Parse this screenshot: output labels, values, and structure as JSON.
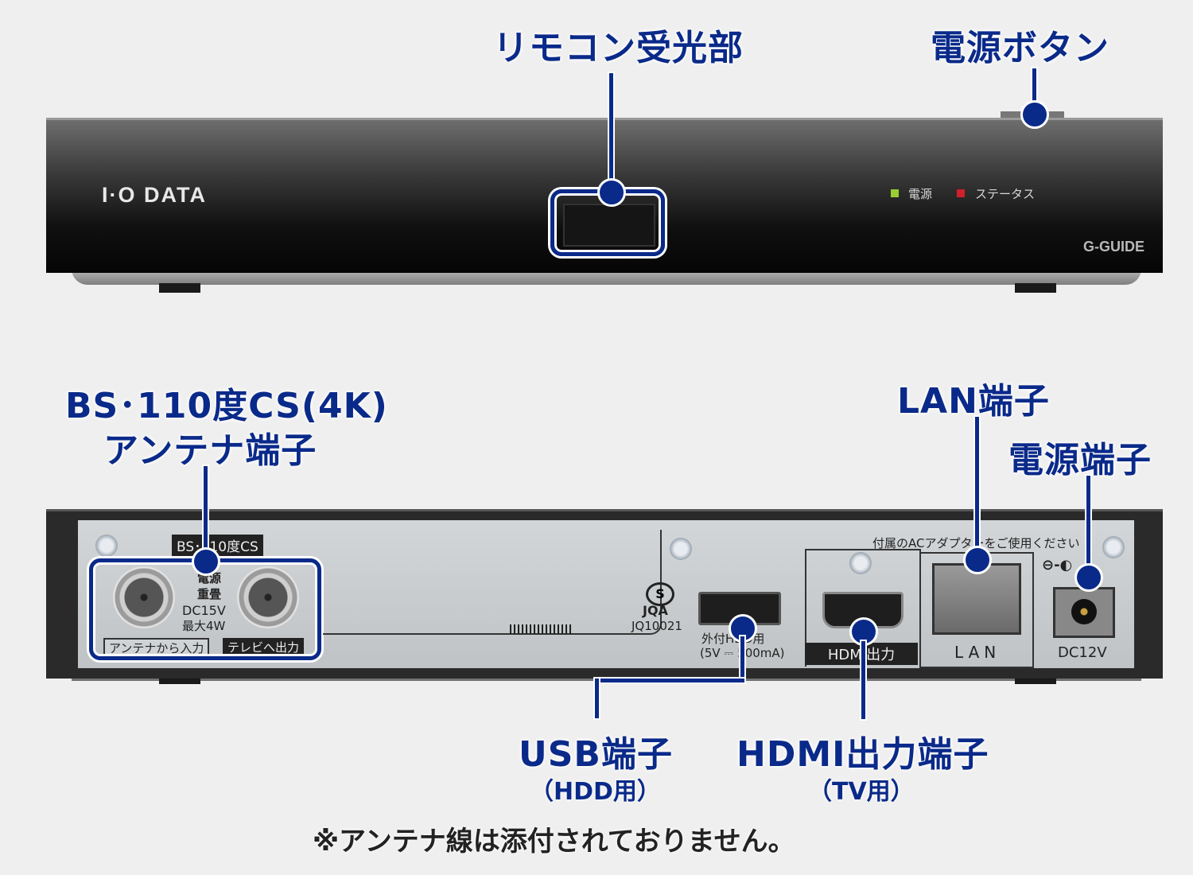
{
  "callouts": {
    "remote_sensor": "リモコン受光部",
    "power_button": "電源ボタン",
    "antenna_line1": "BS･110度CS(4K)",
    "antenna_line2": "アンテナ端子",
    "lan": "LAN端子",
    "power_terminal": "電源端子",
    "usb": "USB端子",
    "usb_sub": "（HDD用）",
    "hdmi": "HDMI出力端子",
    "hdmi_sub": "（TV用）"
  },
  "front": {
    "brand": "I·O DATA",
    "led_power_label": "電源",
    "led_status_label": "ステータス",
    "led_power_color": "#9acd32",
    "led_status_color": "#d0202a",
    "gguide_logo": "G-GUIDE"
  },
  "rear": {
    "antenna_header": "BS･110度CS",
    "power_superpose_line1": "電源",
    "power_superpose_line2": "重畳",
    "antenna_spec1": "DC15V",
    "antenna_spec2": "最大4W",
    "antenna_in": "アンテナから入力",
    "tv_out": "テレビへ出力",
    "jqa_mark": "JQA",
    "jqa_code": "JQ10021",
    "usb_label1": "外付HDD用",
    "usb_label2": "(5V ⎓ 500mA)",
    "hdmi_label": "HDMI出力",
    "lan_label": "LAN",
    "ac_note": "付属のACアダプターをご使用ください",
    "dc_label": "DC12V",
    "polarity_symbol": "⊖-◐"
  },
  "footnote": "※アンテナ線は添付されておりません。",
  "accent_color": "#0a2a8a"
}
